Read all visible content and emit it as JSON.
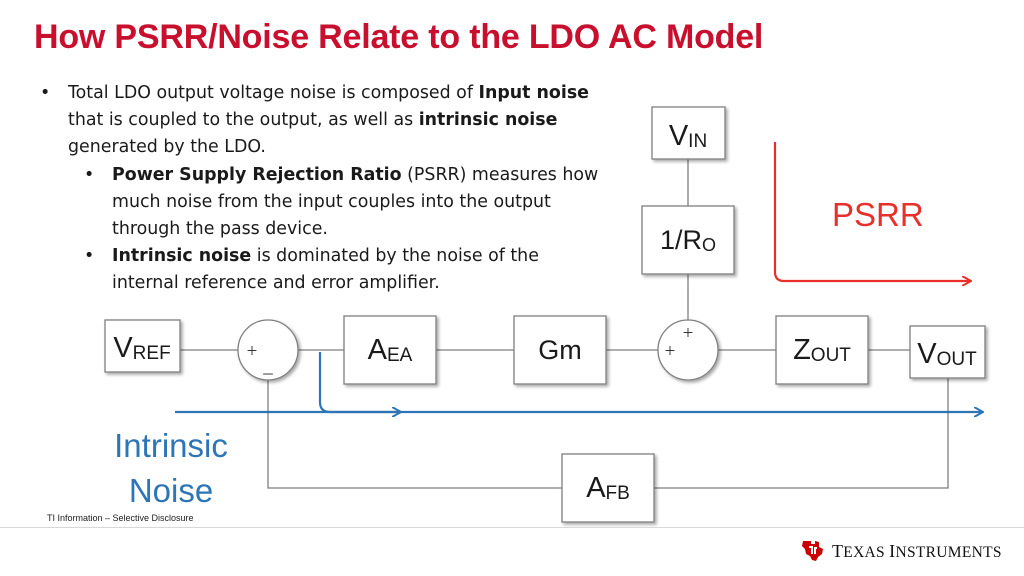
{
  "title": "How PSRR/Noise Relate to the LDO AC Model",
  "bullets": {
    "b1": {
      "t1": "Total LDO output voltage noise is composed of ",
      "t2": "Input noise",
      "t3": " that is coupled to the output, as well as ",
      "t4": "intrinsic noise",
      "t5": " generated by the LDO."
    },
    "b2": {
      "t1": "Power Supply Rejection Ratio",
      "t2": " (PSRR) measures how much noise from the input couples into the output through the pass device."
    },
    "b3": {
      "t1": "Intrinsic noise",
      "t2": " is dominated by the noise of the internal reference and error amplifier."
    },
    "bullet_char": "•"
  },
  "diagram": {
    "vin": {
      "main": "V",
      "sub": "IN"
    },
    "ro": {
      "main": "1/R",
      "sub": "O"
    },
    "vref": {
      "main": "V",
      "sub": "REF"
    },
    "aea": {
      "main": "A",
      "sub": "EA"
    },
    "gm": {
      "main": "Gm",
      "sub": ""
    },
    "zout": {
      "main": "Z",
      "sub": "OUT"
    },
    "vout": {
      "main": "V",
      "sub": "OUT"
    },
    "afb": {
      "main": "A",
      "sub": "FB"
    },
    "sum1_plus": "+",
    "sum1_minus": "_",
    "sum2_plus_top": "+",
    "sum2_plus_left": "+",
    "psrr_label": "PSRR",
    "noise_label_line1": "Intrinsic",
    "noise_label_line2": "Noise"
  },
  "colors": {
    "title": "#c8102e",
    "psrr": "#e8302a",
    "noise": "#2e75b6",
    "wire": "#7f7f7f",
    "ti_red": "#cc0000"
  },
  "footer": {
    "note": "TI Information – Selective Disclosure",
    "logo_text_1": "T",
    "logo_text_2": "EXAS ",
    "logo_text_3": "I",
    "logo_text_4": "NSTRUMENTS",
    "logo_icon": "ti-state-logo-icon"
  }
}
